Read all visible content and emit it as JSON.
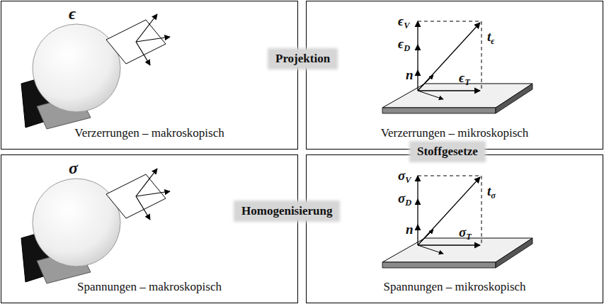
{
  "diagram": {
    "nodes": [
      {
        "text": [
          "Verzerrungen – makroskopisch"
        ]
      },
      {
        "text": [
          "Projektion"
        ]
      },
      {
        "text": [
          "Verzerrungen – mikroskopisch"
        ]
      },
      {
        "text": [
          "Stoffgesetze"
        ]
      },
      {
        "text": [
          "Spannungen – makroskopisch"
        ]
      },
      {
        "text": [
          "Homogenisierung"
        ]
      },
      {
        "text": [
          "Spannungen – mikroskopisch"
        ]
      }
    ],
    "labels": [
      "ϵ",
      "ϵV",
      "ϵD",
      "tϵ",
      "n",
      "ϵT",
      "σ",
      "σV",
      "σD",
      "tσ",
      "n",
      "σT"
    ]
  }
}
